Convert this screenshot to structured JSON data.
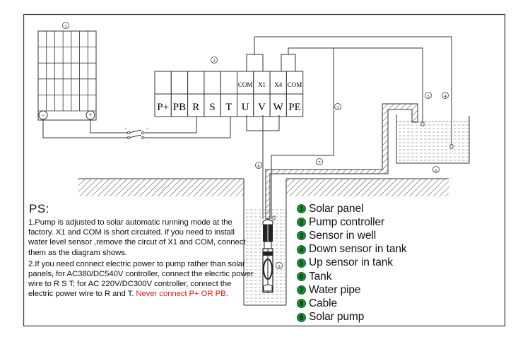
{
  "diagram": {
    "callouts": {
      "solar_panel": "1",
      "controller": "2",
      "sensor_well": "3",
      "down_sensor": "4",
      "up_sensor": "5",
      "tank": "6",
      "water_pipe": "7",
      "cable": "8",
      "pump": "9"
    },
    "panel_terminals": {
      "negative": "−",
      "positive": "+"
    },
    "switch_marks": {
      "plus_left": "+",
      "plus_right": "+",
      "minus_left": "−",
      "minus_right": "−"
    },
    "controller": {
      "top_terminals": [
        "",
        "",
        "",
        "",
        "",
        "COM",
        "X1",
        "X4",
        "COM"
      ],
      "bottom_terminals": [
        "P+",
        "PB",
        "R",
        "S",
        "T",
        "U",
        "V",
        "W",
        "PE"
      ]
    }
  },
  "notes": {
    "title": "PS:",
    "para1": "1.Pump is adjusted to solar automatic running mode at the factory.   X1 and COM is short circuited. if you need to install water level sensor ,remove the circut of X1 and COM, connect them as the diagram shows.",
    "para2_main": "2.If you need connect electric power to pump rather than solar panels, for AC380/DC540V controller, connect the elecrtic power wire to  R S T; for AC 220V/DC300V controller, connect the electric power wire to R and T.  ",
    "para2_warning": "Never connect P+ OR PB."
  },
  "legend": {
    "badge_color": "#1d8a3a",
    "items": [
      {
        "num": "1",
        "label": "Solar panel"
      },
      {
        "num": "2",
        "label": "Pump controller"
      },
      {
        "num": "3",
        "label": "Sensor in well"
      },
      {
        "num": "4",
        "label": "Down sensor in tank"
      },
      {
        "num": "5",
        "label": "Up sensor in tank"
      },
      {
        "num": "6",
        "label": "Tank"
      },
      {
        "num": "7",
        "label": "Water pipe"
      },
      {
        "num": "8",
        "label": "Cable"
      },
      {
        "num": "9",
        "label": "Solar pump"
      }
    ]
  }
}
